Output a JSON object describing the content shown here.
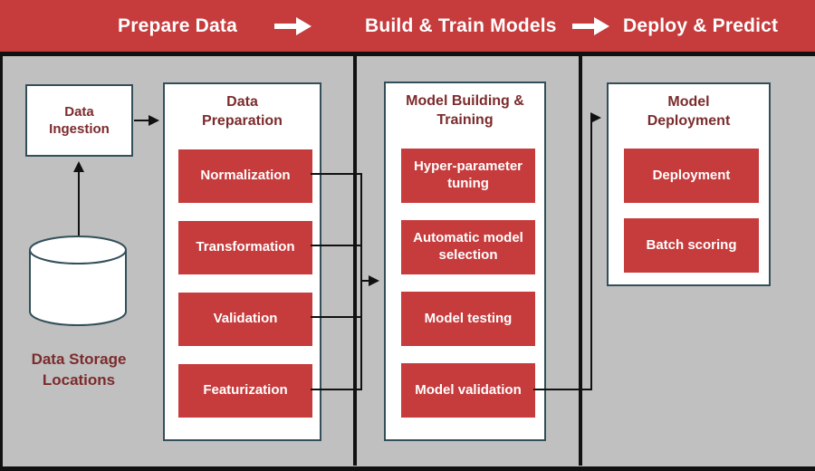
{
  "banner": {
    "phases": [
      "Prepare Data",
      "Build & Train Models",
      "Deploy & Predict"
    ]
  },
  "panel1": {
    "ingestion_title": "Data Ingestion",
    "preparation_title": "Data Preparation",
    "steps": [
      "Normalization",
      "Transformation",
      "Validation",
      "Featurization"
    ],
    "storage_label": "Data Storage Locations"
  },
  "panel2": {
    "title": "Model Building & Training",
    "steps": [
      "Hyper-parameter tuning",
      "Automatic model selection",
      "Model testing",
      "Model validation"
    ]
  },
  "panel3": {
    "title": "Model Deployment",
    "steps": [
      "Deployment",
      "Batch scoring"
    ]
  },
  "colors": {
    "banner-red": "#C63B3C",
    "step-red": "#C63B3C",
    "maroon-text": "#7C2B2C",
    "panel-gray": "#C0C0C0",
    "box-border": "#33505A",
    "line-black": "#111111"
  }
}
